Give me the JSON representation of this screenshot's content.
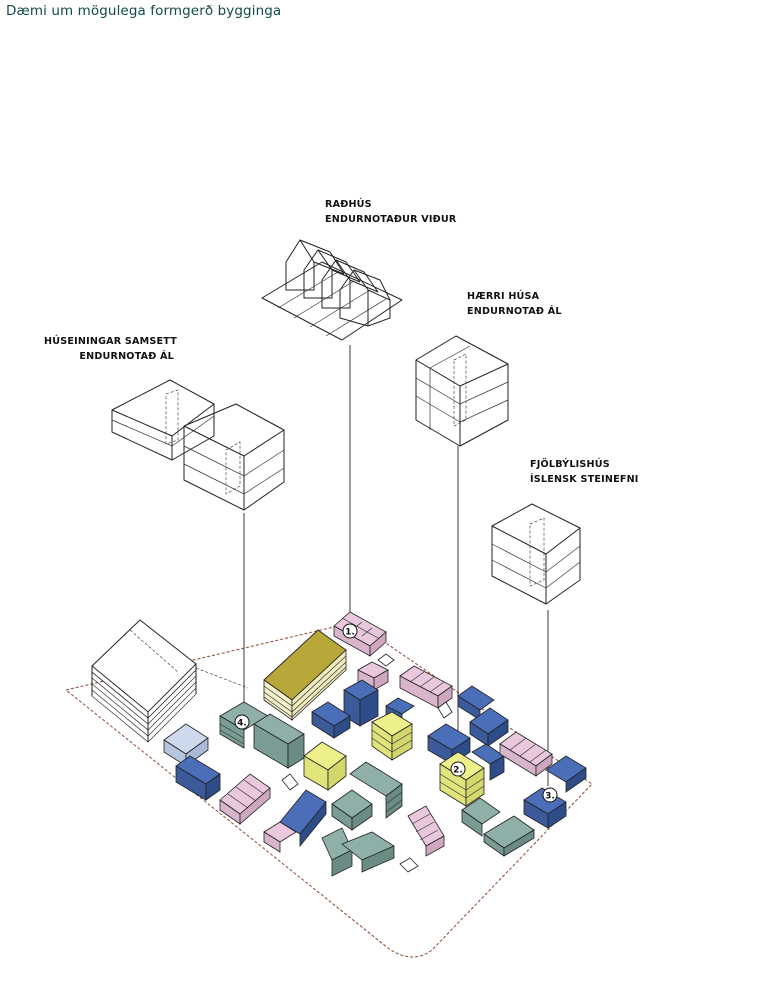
{
  "page": {
    "title": "Dæmi um mögulega formgerð bygginga"
  },
  "building_types": [
    {
      "id": "radhus",
      "line1": "RAÐHÚS",
      "line2": "ENDURNOTAÐUR VIÐUR"
    },
    {
      "id": "haerri",
      "line1": "HÆRRI HÚSA",
      "line2": "ENDURNOTAÐ ÁL"
    },
    {
      "id": "huseiningar",
      "line1": "HÚSEININGAR SAMSETT",
      "line2": "ENDURNOTAÐ ÁL"
    },
    {
      "id": "fjolbylis",
      "line1": "FJÖLBÝLISHÚS",
      "line2": "ÍSLENSK STEINEFNI"
    }
  ],
  "markers": [
    "1.",
    "2.",
    "3.",
    "4."
  ],
  "colors": {
    "pink": "#e9c8dd",
    "blue": "#4a6fb8",
    "teal": "#8fb0a8",
    "yellow": "#edf08a",
    "olive": "#b8a83a",
    "lightblue": "#cdd9ec",
    "site_boundary": "#8b4a2e"
  }
}
